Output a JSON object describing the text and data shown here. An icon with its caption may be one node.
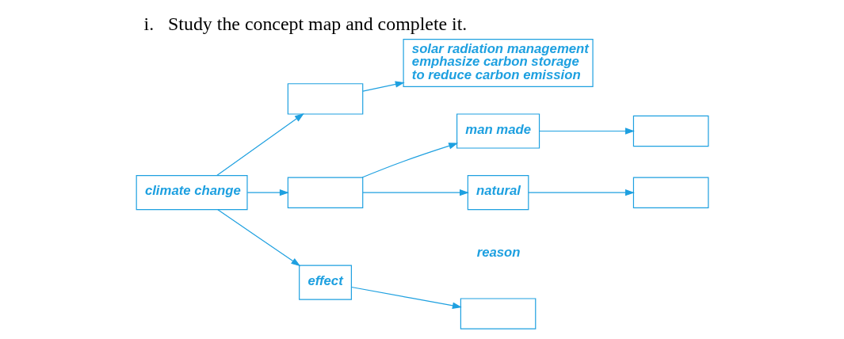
{
  "diagram": {
    "title": "i.   Study the concept map and complete it.",
    "nodes": [
      {
        "text": [
          "solar radiation management",
          "emphasize carbon storage",
          "to reduce carbon emission"
        ]
      },
      {
        "text": [],
        "shape": "box"
      },
      {
        "text": [
          "climate change"
        ]
      },
      {
        "text": [],
        "shape": "box"
      },
      {
        "text": [
          "man made"
        ]
      },
      {
        "text": [],
        "shape": "box"
      },
      {
        "text": [
          "natural"
        ]
      },
      {
        "text": [],
        "shape": "box"
      },
      {
        "text": [
          "effect"
        ]
      },
      {
        "text": [],
        "shape": "box"
      }
    ],
    "edges": [
      {
        "from": 2,
        "to": 1,
        "arrow": "to"
      },
      {
        "from": 1,
        "to": 0,
        "arrow": "to"
      },
      {
        "from": 2,
        "to": 3,
        "arrow": "to"
      },
      {
        "from": 3,
        "to": 4,
        "arrow": "to"
      },
      {
        "from": 4,
        "to": 5,
        "arrow": "to"
      },
      {
        "from": 3,
        "to": 6,
        "arrow": "to"
      },
      {
        "from": 6,
        "to": 7,
        "arrow": "to"
      },
      {
        "from": 2,
        "to": 8,
        "arrow": "to"
      },
      {
        "from": 8,
        "to": 9,
        "arrow": "to"
      }
    ],
    "labels": [
      "reason"
    ]
  }
}
